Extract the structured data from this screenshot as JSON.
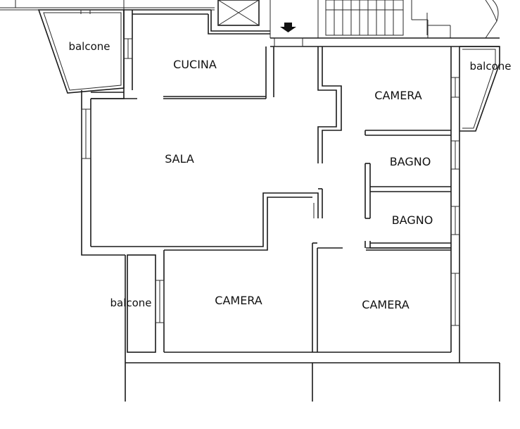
{
  "rooms": {
    "balcone_top_left": "balcone",
    "cucina": "CUCINA",
    "balcone_top_right": "balcone",
    "camera_top": "CAMERA",
    "sala": "SALA",
    "bagno_1": "BAGNO",
    "bagno_2": "BAGNO",
    "balcone_bottom_left": "balcone",
    "camera_bottom_left": "CAMERA",
    "camera_bottom_right": "CAMERA"
  },
  "icons": {
    "entrance": "entrance-arrow-icon",
    "shaft": "shaft-cross-icon",
    "stairs": "stairs-icon"
  }
}
